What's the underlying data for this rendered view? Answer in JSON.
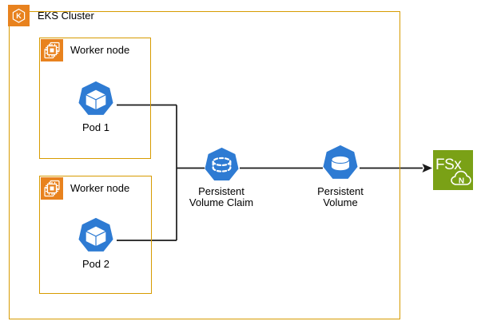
{
  "title": "EKS Cluster storage diagram",
  "colors": {
    "orange_border": "#D79B00",
    "orange_icon": "#E8821E",
    "k8s_blue": "#2E7BD3",
    "fsx_green": "#7AA116",
    "line_black": "#1a1a1a",
    "icon_white": "#ffffff"
  },
  "nodes": {
    "eks_cluster": {
      "label": "EKS Cluster",
      "icon": "eks-icon",
      "icon_letter": "K"
    },
    "worker_node_1": {
      "label": "Worker node",
      "icon": "compute-chip-icon"
    },
    "worker_node_2": {
      "label": "Worker node",
      "icon": "compute-chip-icon"
    },
    "pod_1": {
      "label": "Pod 1",
      "icon": "k8s-pod-icon"
    },
    "pod_2": {
      "label": "Pod 2",
      "icon": "k8s-pod-icon"
    },
    "persistent_volume_claim": {
      "label": "Persistent Volume Claim",
      "icon": "k8s-pvc-icon"
    },
    "persistent_volume": {
      "label": "Persistent Volume",
      "icon": "k8s-pv-icon"
    },
    "fsx": {
      "label": "FSx",
      "cloud_letter": "N",
      "icon": "fsx-netapp-ontap-icon"
    }
  },
  "edges": [
    {
      "from": "pod_1",
      "to": "persistent_volume_claim",
      "arrow": false
    },
    {
      "from": "pod_2",
      "to": "persistent_volume_claim",
      "arrow": false
    },
    {
      "from": "persistent_volume_claim",
      "to": "persistent_volume",
      "arrow": false
    },
    {
      "from": "persistent_volume",
      "to": "fsx",
      "arrow": true
    }
  ]
}
